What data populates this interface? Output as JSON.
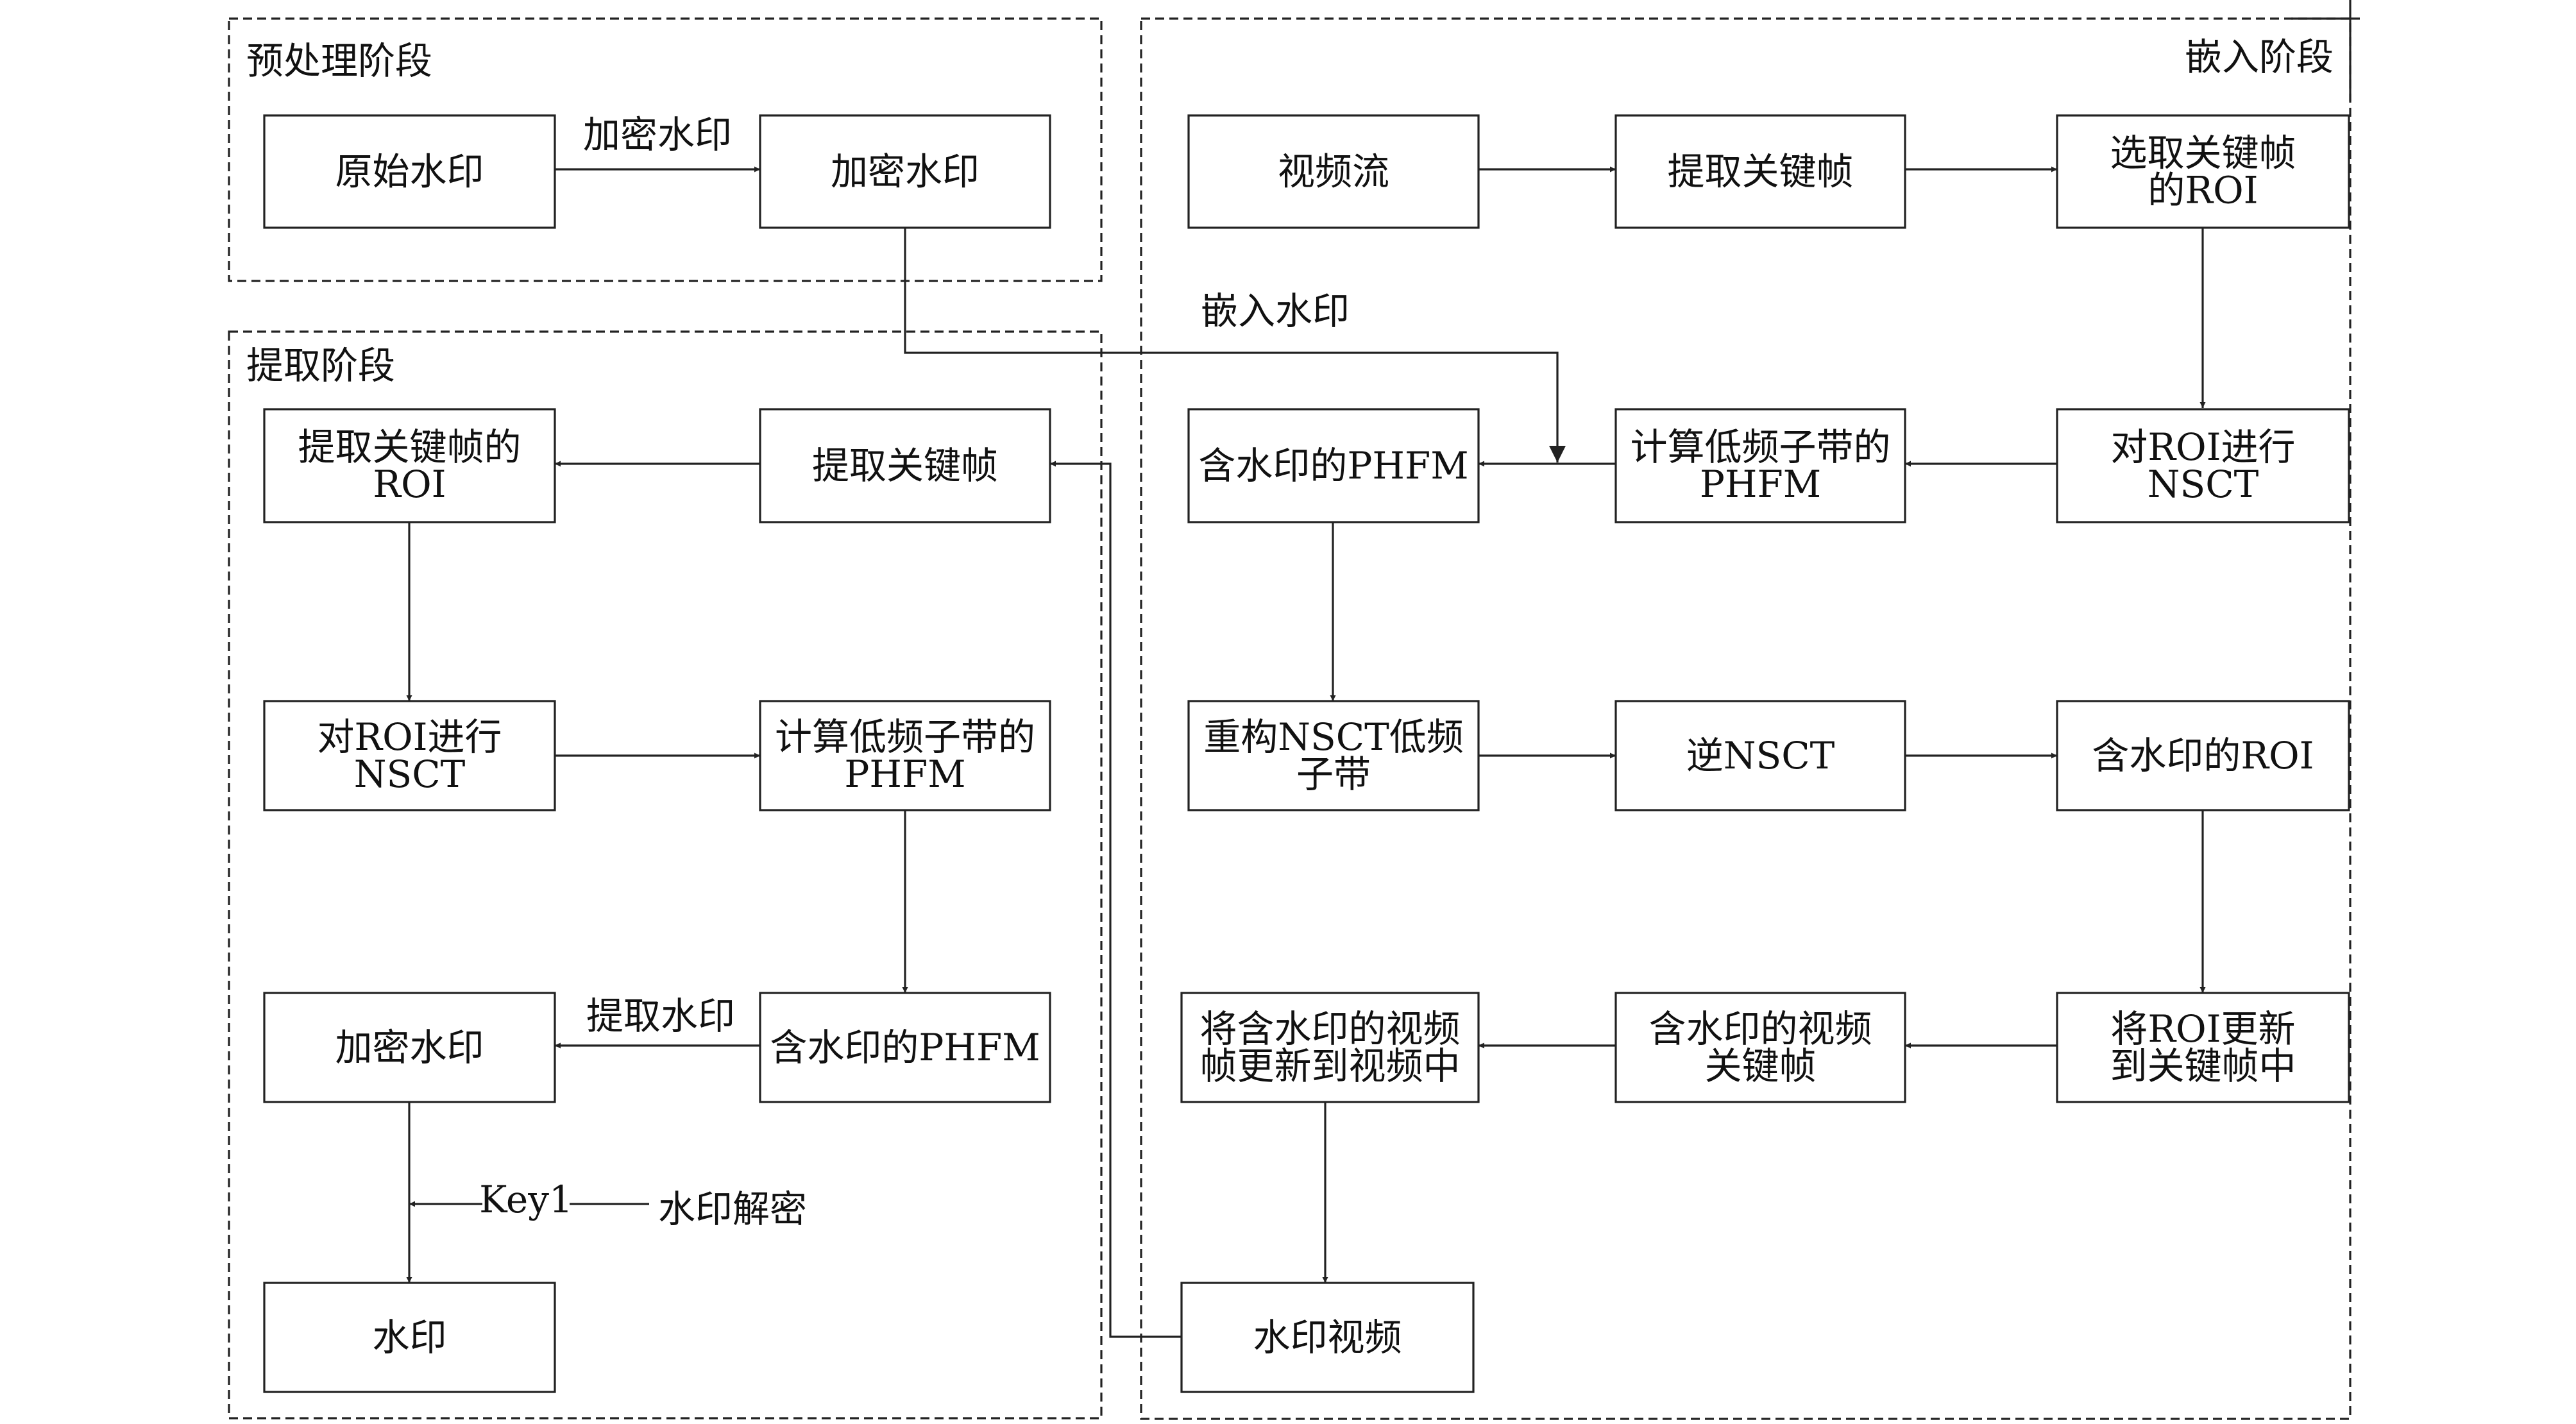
{
  "regions": {
    "preprocess": "预处理阶段",
    "extract": "提取阶段",
    "embed": "嵌入阶段"
  },
  "boxes": {
    "original_wm": [
      "原始水印"
    ],
    "encrypted_wm_pre": [
      "加密水印"
    ],
    "video_stream": [
      "视频流"
    ],
    "embed_extract_keyframe": [
      "提取关键帧"
    ],
    "embed_select_roi": [
      "选取关键帧",
      "的ROI"
    ],
    "wm_phfm_embed": [
      "含水印的PHFM"
    ],
    "embed_calc_phfm": [
      "计算低频子带的",
      "PHFM"
    ],
    "embed_roi_nsct": [
      "对ROI进行",
      "NSCT"
    ],
    "reconstruct_nsct": [
      "重构NSCT低频",
      "子带"
    ],
    "inverse_nsct": [
      "逆NSCT"
    ],
    "wm_roi": [
      "含水印的ROI"
    ],
    "update_video": [
      "将含水印的视频",
      "帧更新到视频中"
    ],
    "wm_keyframe": [
      "含水印的视频",
      "关键帧"
    ],
    "update_roi": [
      "将ROI更新",
      "到关键帧中"
    ],
    "wm_video": [
      "水印视频"
    ],
    "extract_keyframe_roi": [
      "提取关键帧的",
      "ROI"
    ],
    "extract_keyframe": [
      "提取关键帧"
    ],
    "extract_roi_nsct": [
      "对ROI进行",
      "NSCT"
    ],
    "extract_calc_phfm": [
      "计算低频子带的",
      "PHFM"
    ],
    "encrypted_wm_extract": [
      "加密水印"
    ],
    "wm_phfm_extract": [
      "含水印的PHFM"
    ],
    "watermark": [
      "水印"
    ]
  },
  "edge_labels": {
    "encrypt_wm": "加密水印",
    "embed_wm": "嵌入水印",
    "extract_wm": "提取水印",
    "key": "Key1",
    "decrypt_wm": "水印解密"
  }
}
